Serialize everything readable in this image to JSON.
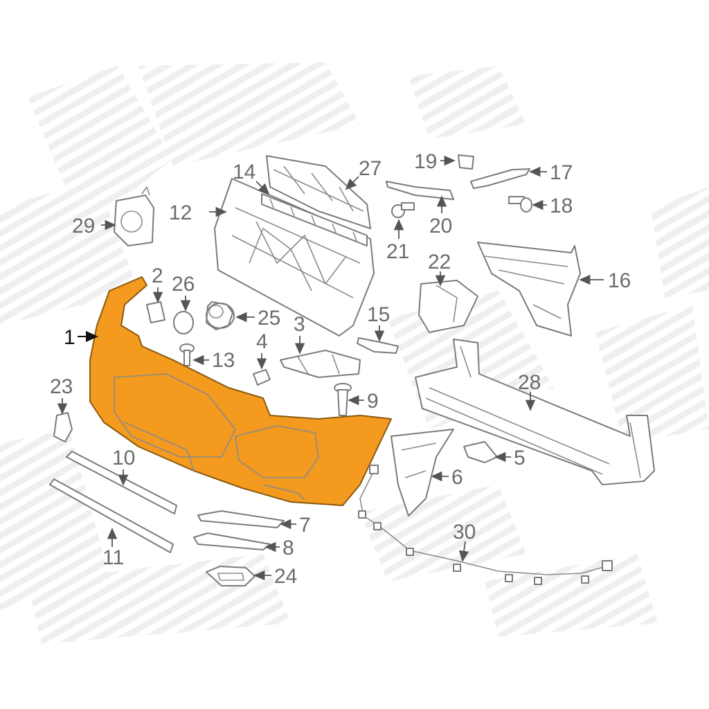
{
  "colors": {
    "highlight": "#f39a1f",
    "outline": "#7a7a7a",
    "watermark": "#ececec",
    "callout_text": "#6b6b6b",
    "main_callout_text": "#111111"
  },
  "callouts": {
    "p1": "1",
    "p2": "2",
    "p3": "3",
    "p4": "4",
    "p5": "5",
    "p6": "6",
    "p7": "7",
    "p8": "8",
    "p9": "9",
    "p10": "10",
    "p11": "11",
    "p12": "12",
    "p13": "13",
    "p14": "14",
    "p15": "15",
    "p16": "16",
    "p17": "17",
    "p18": "18",
    "p19": "19",
    "p20": "20",
    "p21": "21",
    "p22": "22",
    "p23": "23",
    "p24": "24",
    "p25": "25",
    "p26": "26",
    "p27": "27",
    "p28": "28",
    "p29": "29",
    "p30": "30"
  },
  "highlighted_part": "1"
}
